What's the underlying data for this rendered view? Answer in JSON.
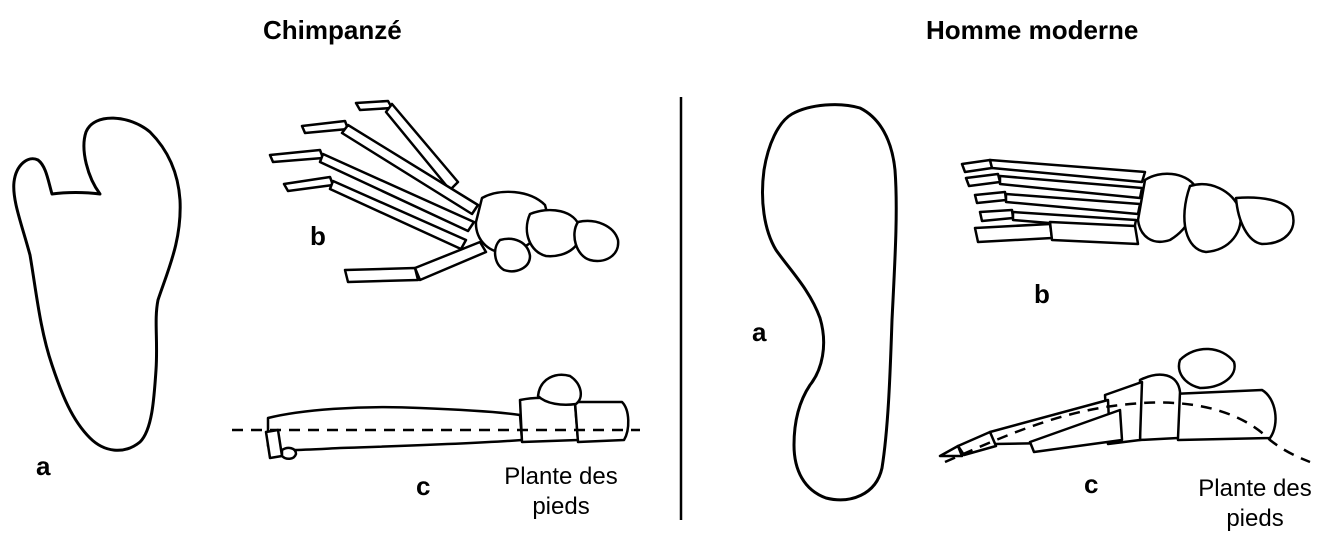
{
  "left": {
    "title": "Chimpanzé",
    "label_a": "a",
    "label_b": "b",
    "label_c": "c",
    "sole_line1": "Plante des",
    "sole_line2": "pieds"
  },
  "right": {
    "title": "Homme moderne",
    "label_a": "a",
    "label_b": "b",
    "label_c": "c",
    "sole_line1": "Plante des",
    "sole_line2": "pieds"
  }
}
